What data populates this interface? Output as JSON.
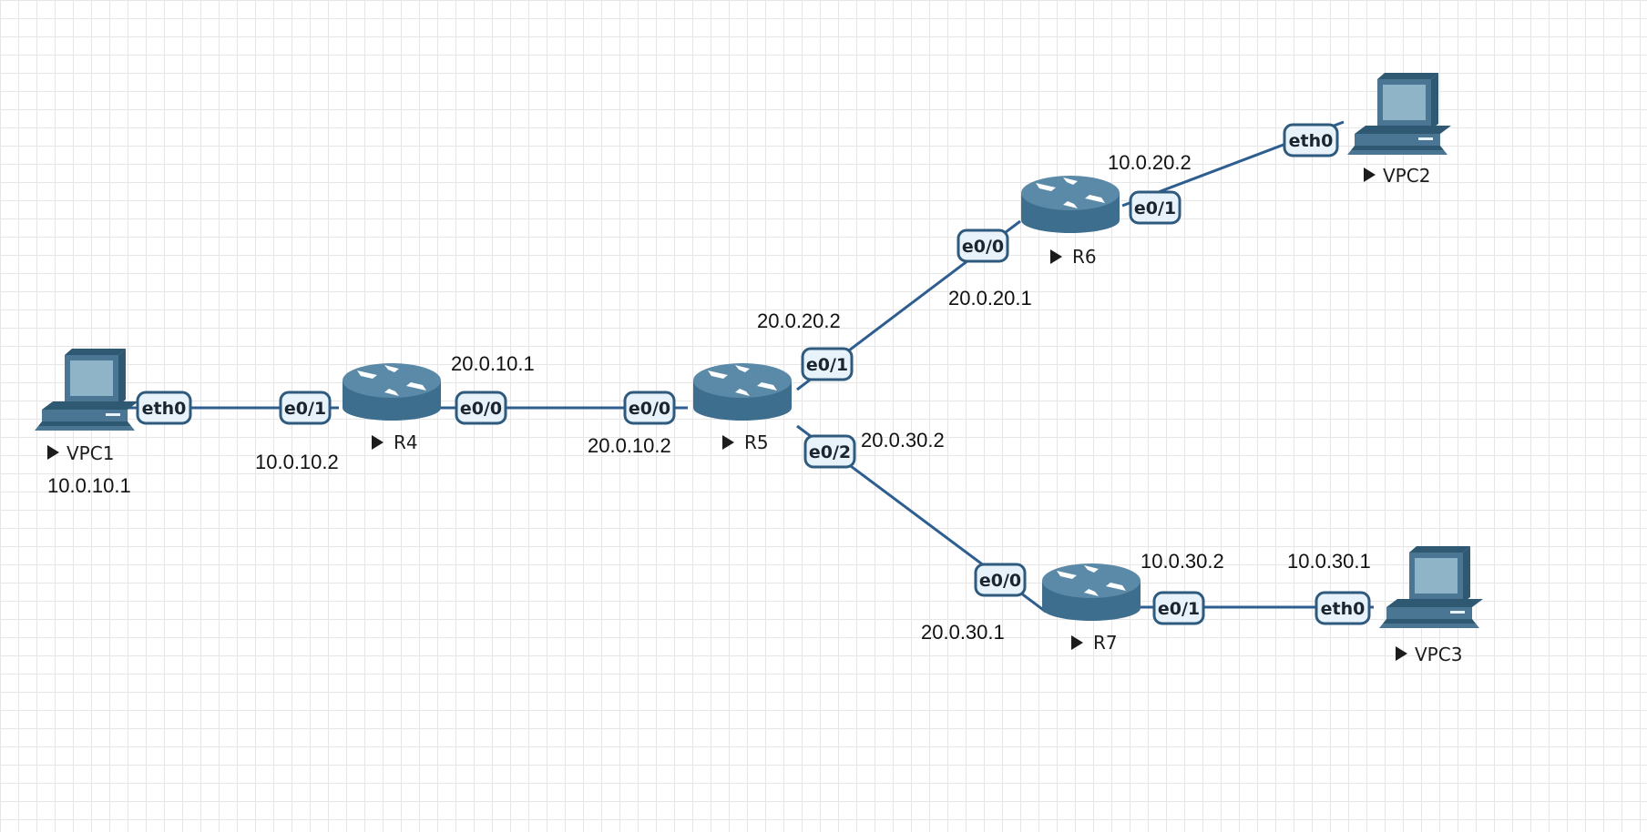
{
  "nodes": {
    "vpc1": {
      "name": "VPC1",
      "icon": "pc-icon"
    },
    "vpc2": {
      "name": "VPC2",
      "icon": "pc-icon"
    },
    "vpc3": {
      "name": "VPC3",
      "icon": "pc-icon"
    },
    "r4": {
      "name": "R4",
      "icon": "router-icon"
    },
    "r5": {
      "name": "R5",
      "icon": "router-icon"
    },
    "r6": {
      "name": "R6",
      "icon": "router-icon"
    },
    "r7": {
      "name": "R7",
      "icon": "router-icon"
    }
  },
  "ports": {
    "vpc1_eth0": "eth0",
    "r4_e01": "e0/1",
    "r4_e00": "e0/0",
    "r5_e00": "e0/0",
    "r5_e01": "e0/1",
    "r5_e02": "e0/2",
    "r6_e00": "e0/0",
    "r6_e01": "e0/1",
    "vpc2_eth0": "eth0",
    "r7_e00": "e0/0",
    "r7_e01": "e0/1",
    "vpc3_eth0": "eth0"
  },
  "ips": {
    "vpc1": "10.0.10.1",
    "r4_e01": "10.0.10.2",
    "r4_e00": "20.0.10.1",
    "r5_e00": "20.0.10.2",
    "r5_e01": "20.0.20.2",
    "r5_e02": "20.0.30.2",
    "r6_e00": "20.0.20.1",
    "r6_e01": "10.0.20.2",
    "r7_e00": "20.0.30.1",
    "r7_e01": "10.0.30.2",
    "vpc3": "10.0.30.1"
  },
  "colors": {
    "link": "#2e5e8f",
    "device": "#4a7694",
    "port_fill": "#e8f2fa",
    "port_border": "#2e5a7e"
  }
}
